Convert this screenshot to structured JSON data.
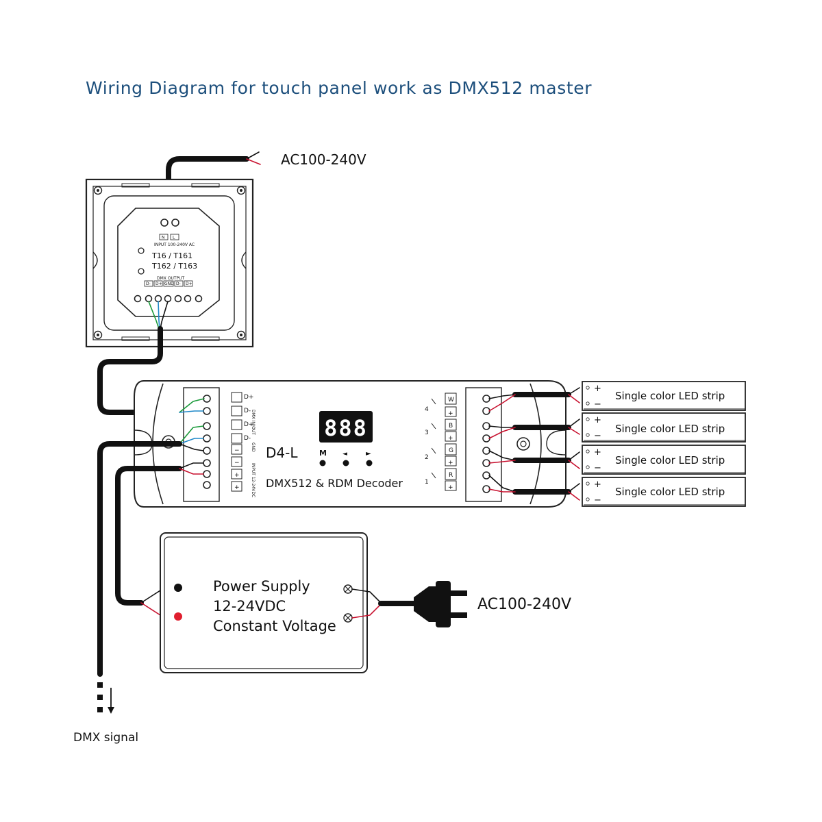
{
  "title": "Wiring Diagram for touch panel work as DMX512 master",
  "ac_top_label": "AC100-240V",
  "panel": {
    "model_line1": "T16   / T161",
    "model_line2": "T162 / T163",
    "input_caption": "INPUT 100-240V AC",
    "n_label": "N",
    "l_label": "L",
    "output_caption": "DMX OUTPUT",
    "dmx_pins": [
      "D-",
      "D+",
      "GND",
      "D-",
      "D+"
    ]
  },
  "decoder": {
    "model": "D4-L",
    "subtitle": "DMX512 & RDM Decoder",
    "display": "888",
    "buttons": [
      "M",
      "◄",
      "►"
    ],
    "left_terms": [
      "D+",
      "D-",
      "D+",
      "D-",
      "GND",
      "−",
      "−",
      "+",
      "+"
    ],
    "left_caption_1": "DMX IN/OUT",
    "left_caption_2": "GND",
    "left_caption_3": "INPUT 12-24VDC",
    "channel_numbers": [
      "4",
      "3",
      "2",
      "1"
    ],
    "channel_letters": [
      "W",
      "B",
      "G",
      "R"
    ]
  },
  "led_strips": [
    "Single color LED strip",
    "Single color LED strip",
    "Single color LED strip",
    "Single color LED strip"
  ],
  "strip_plus": "+",
  "strip_minus": "−",
  "power_supply": {
    "line1": "Power Supply",
    "line2": "12-24VDC",
    "line3": "Constant Voltage"
  },
  "ac_plug_label": "AC100-240V",
  "dmx_signal_label": "DMX signal",
  "colors": {
    "title": "#1d4f7c",
    "wire": "#111111",
    "red_wire": "#c8102e",
    "green_wire": "#1a9a3a",
    "blue_wire": "#1e88c8"
  }
}
